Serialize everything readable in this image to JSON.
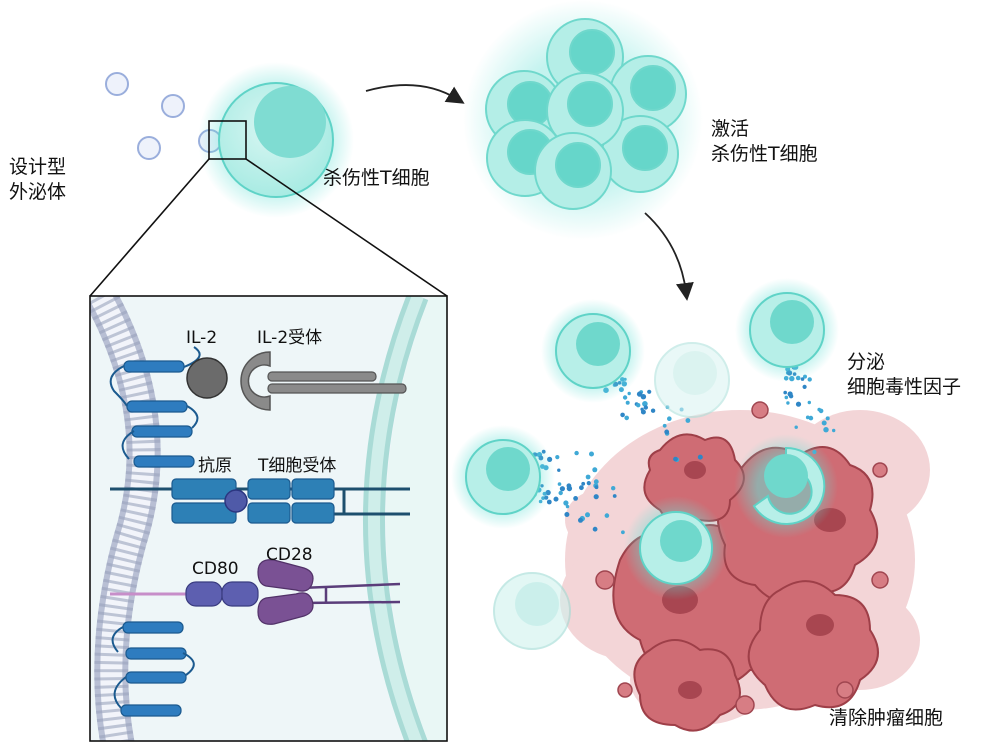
{
  "labels": {
    "exosome": [
      "设计型",
      "外泌体"
    ],
    "killer_t": "杀伤性T细胞",
    "activated": [
      "激活",
      "杀伤性T细胞"
    ],
    "secrete": [
      "分泌",
      "细胞毒性因子"
    ],
    "clear_tumor": "清除肿瘤细胞"
  },
  "inset": {
    "il2": "IL-2",
    "il2_receptor": "IL-2受体",
    "antigen": "抗原",
    "tcr": "T细胞受体",
    "cd80": "CD80",
    "cd28": "CD28"
  },
  "colors": {
    "t_cell": "#7fded4",
    "t_cell_core": "#4fcfc3",
    "tumor": "#c9606a",
    "tumor_light": "#ecc3c6",
    "tcr": "#2d80b6",
    "cd80": "#5d5fb0",
    "cd28": "#7a5194",
    "il2": "#666666"
  }
}
